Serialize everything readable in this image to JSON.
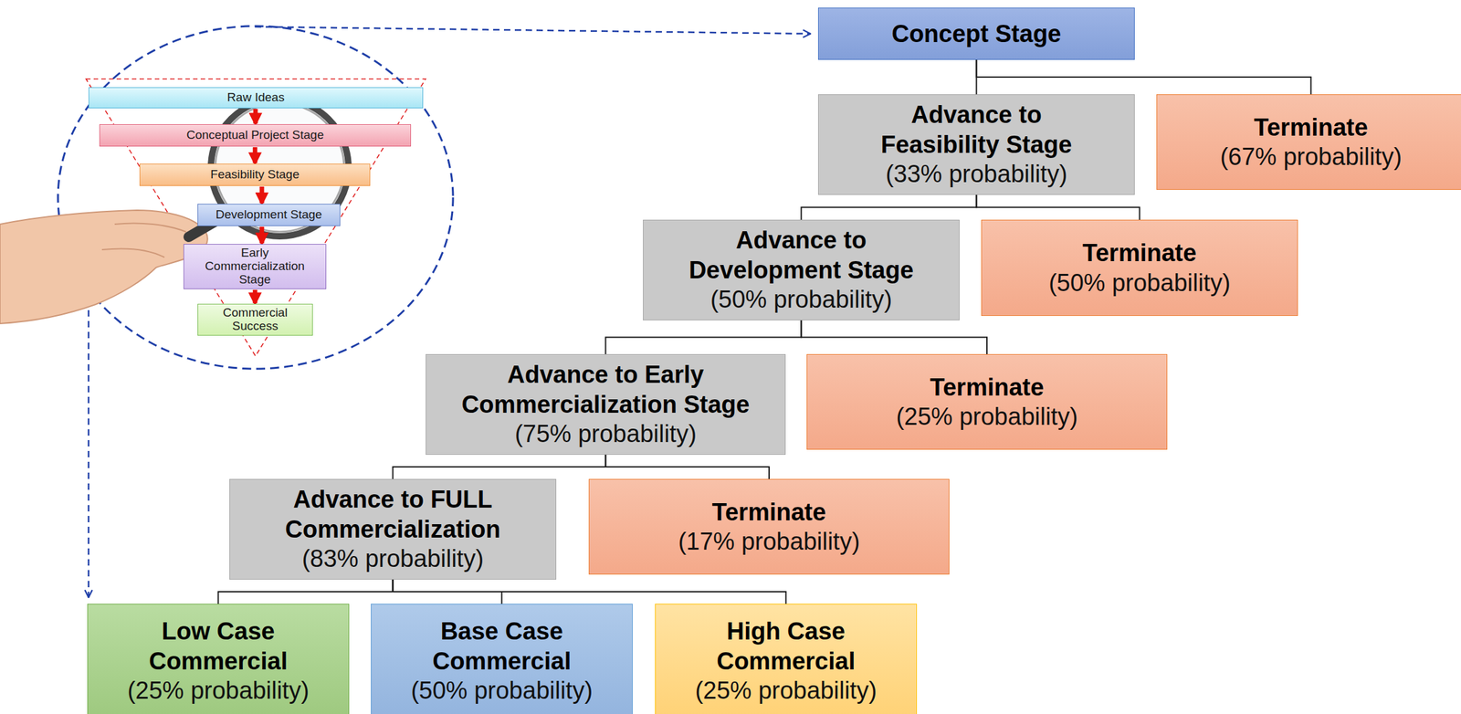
{
  "diagram": {
    "nodes": [
      {
        "text": [
          "Raw Ideas"
        ]
      },
      {
        "text": [
          "Conceptual Project Stage"
        ]
      },
      {
        "text": [
          "Feasibility Stage"
        ]
      },
      {
        "text": [
          "Development Stage"
        ]
      },
      {
        "text": [
          "Early Commercialization Stage"
        ]
      },
      {
        "text": [
          "Commercial Success"
        ]
      },
      {
        "text": [
          "Concept Stage"
        ]
      },
      {
        "text": [
          "Advance to Feasibility Stage",
          "(33% probability)"
        ]
      },
      {
        "text": [
          "Terminate",
          "(67% probability)"
        ]
      },
      {
        "text": [
          "Advance to Development Stage",
          "(50% probability)"
        ]
      },
      {
        "text": [
          "Terminate",
          "(50% probability)"
        ]
      },
      {
        "text": [
          "Advance to Early Commercialization Stage",
          "(75% probability)"
        ]
      },
      {
        "text": [
          "Terminate",
          "(25% probability)"
        ]
      },
      {
        "text": [
          "Advance to FULL Commercialization",
          "(83% probability)"
        ]
      },
      {
        "text": [
          "Terminate",
          "(17% probability)"
        ]
      },
      {
        "text": [
          "Low Case Commercial",
          "(25% probability)"
        ]
      },
      {
        "text": [
          "Base Case Commercial",
          "(50% probability)"
        ]
      },
      {
        "text": [
          "High Case Commercial",
          "(25% probability)"
        ]
      }
    ],
    "edges": [
      {
        "from": 0,
        "to": 1,
        "arrow": "to"
      },
      {
        "from": 1,
        "to": 2,
        "arrow": "to"
      },
      {
        "from": 2,
        "to": 3,
        "arrow": "to"
      },
      {
        "from": 3,
        "to": 4,
        "arrow": "to"
      },
      {
        "from": 4,
        "to": 5,
        "arrow": "to"
      },
      {
        "from": 6,
        "to": 7,
        "arrow": "none"
      },
      {
        "from": 6,
        "to": 8,
        "arrow": "none"
      },
      {
        "from": 7,
        "to": 9,
        "arrow": "none"
      },
      {
        "from": 7,
        "to": 10,
        "arrow": "none"
      },
      {
        "from": 9,
        "to": 11,
        "arrow": "none"
      },
      {
        "from": 9,
        "to": 12,
        "arrow": "none"
      },
      {
        "from": 11,
        "to": 13,
        "arrow": "none"
      },
      {
        "from": 11,
        "to": 14,
        "arrow": "none"
      },
      {
        "from": 13,
        "to": 15,
        "arrow": "none"
      },
      {
        "from": 13,
        "to": 16,
        "arrow": "none"
      },
      {
        "from": 13,
        "to": 17,
        "arrow": "none"
      }
    ]
  }
}
